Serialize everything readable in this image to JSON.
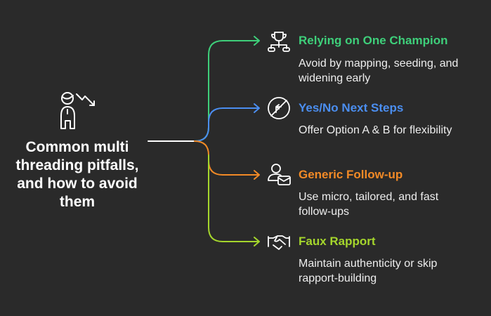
{
  "title": "Common multi threading pitfalls, and how to avoid them",
  "items": [
    {
      "heading": "Relying on One Champion",
      "desc": "Avoid by mapping, seeding, and widening early",
      "color": "#3ecf7a",
      "icon": "trophy-org-icon"
    },
    {
      "heading": "Yes/No Next Steps",
      "desc": "Offer Option A & B for flexibility",
      "color": "#4b8ef0",
      "icon": "no-turn-icon"
    },
    {
      "heading": "Generic Follow-up",
      "desc": "Use micro, tailored, and fast follow-ups",
      "color": "#f28a26",
      "icon": "user-mail-icon"
    },
    {
      "heading": "Faux Rapport",
      "desc": "Maintain authenticity or skip rapport-building",
      "color": "#a5d62c",
      "icon": "handshake-icon"
    }
  ]
}
